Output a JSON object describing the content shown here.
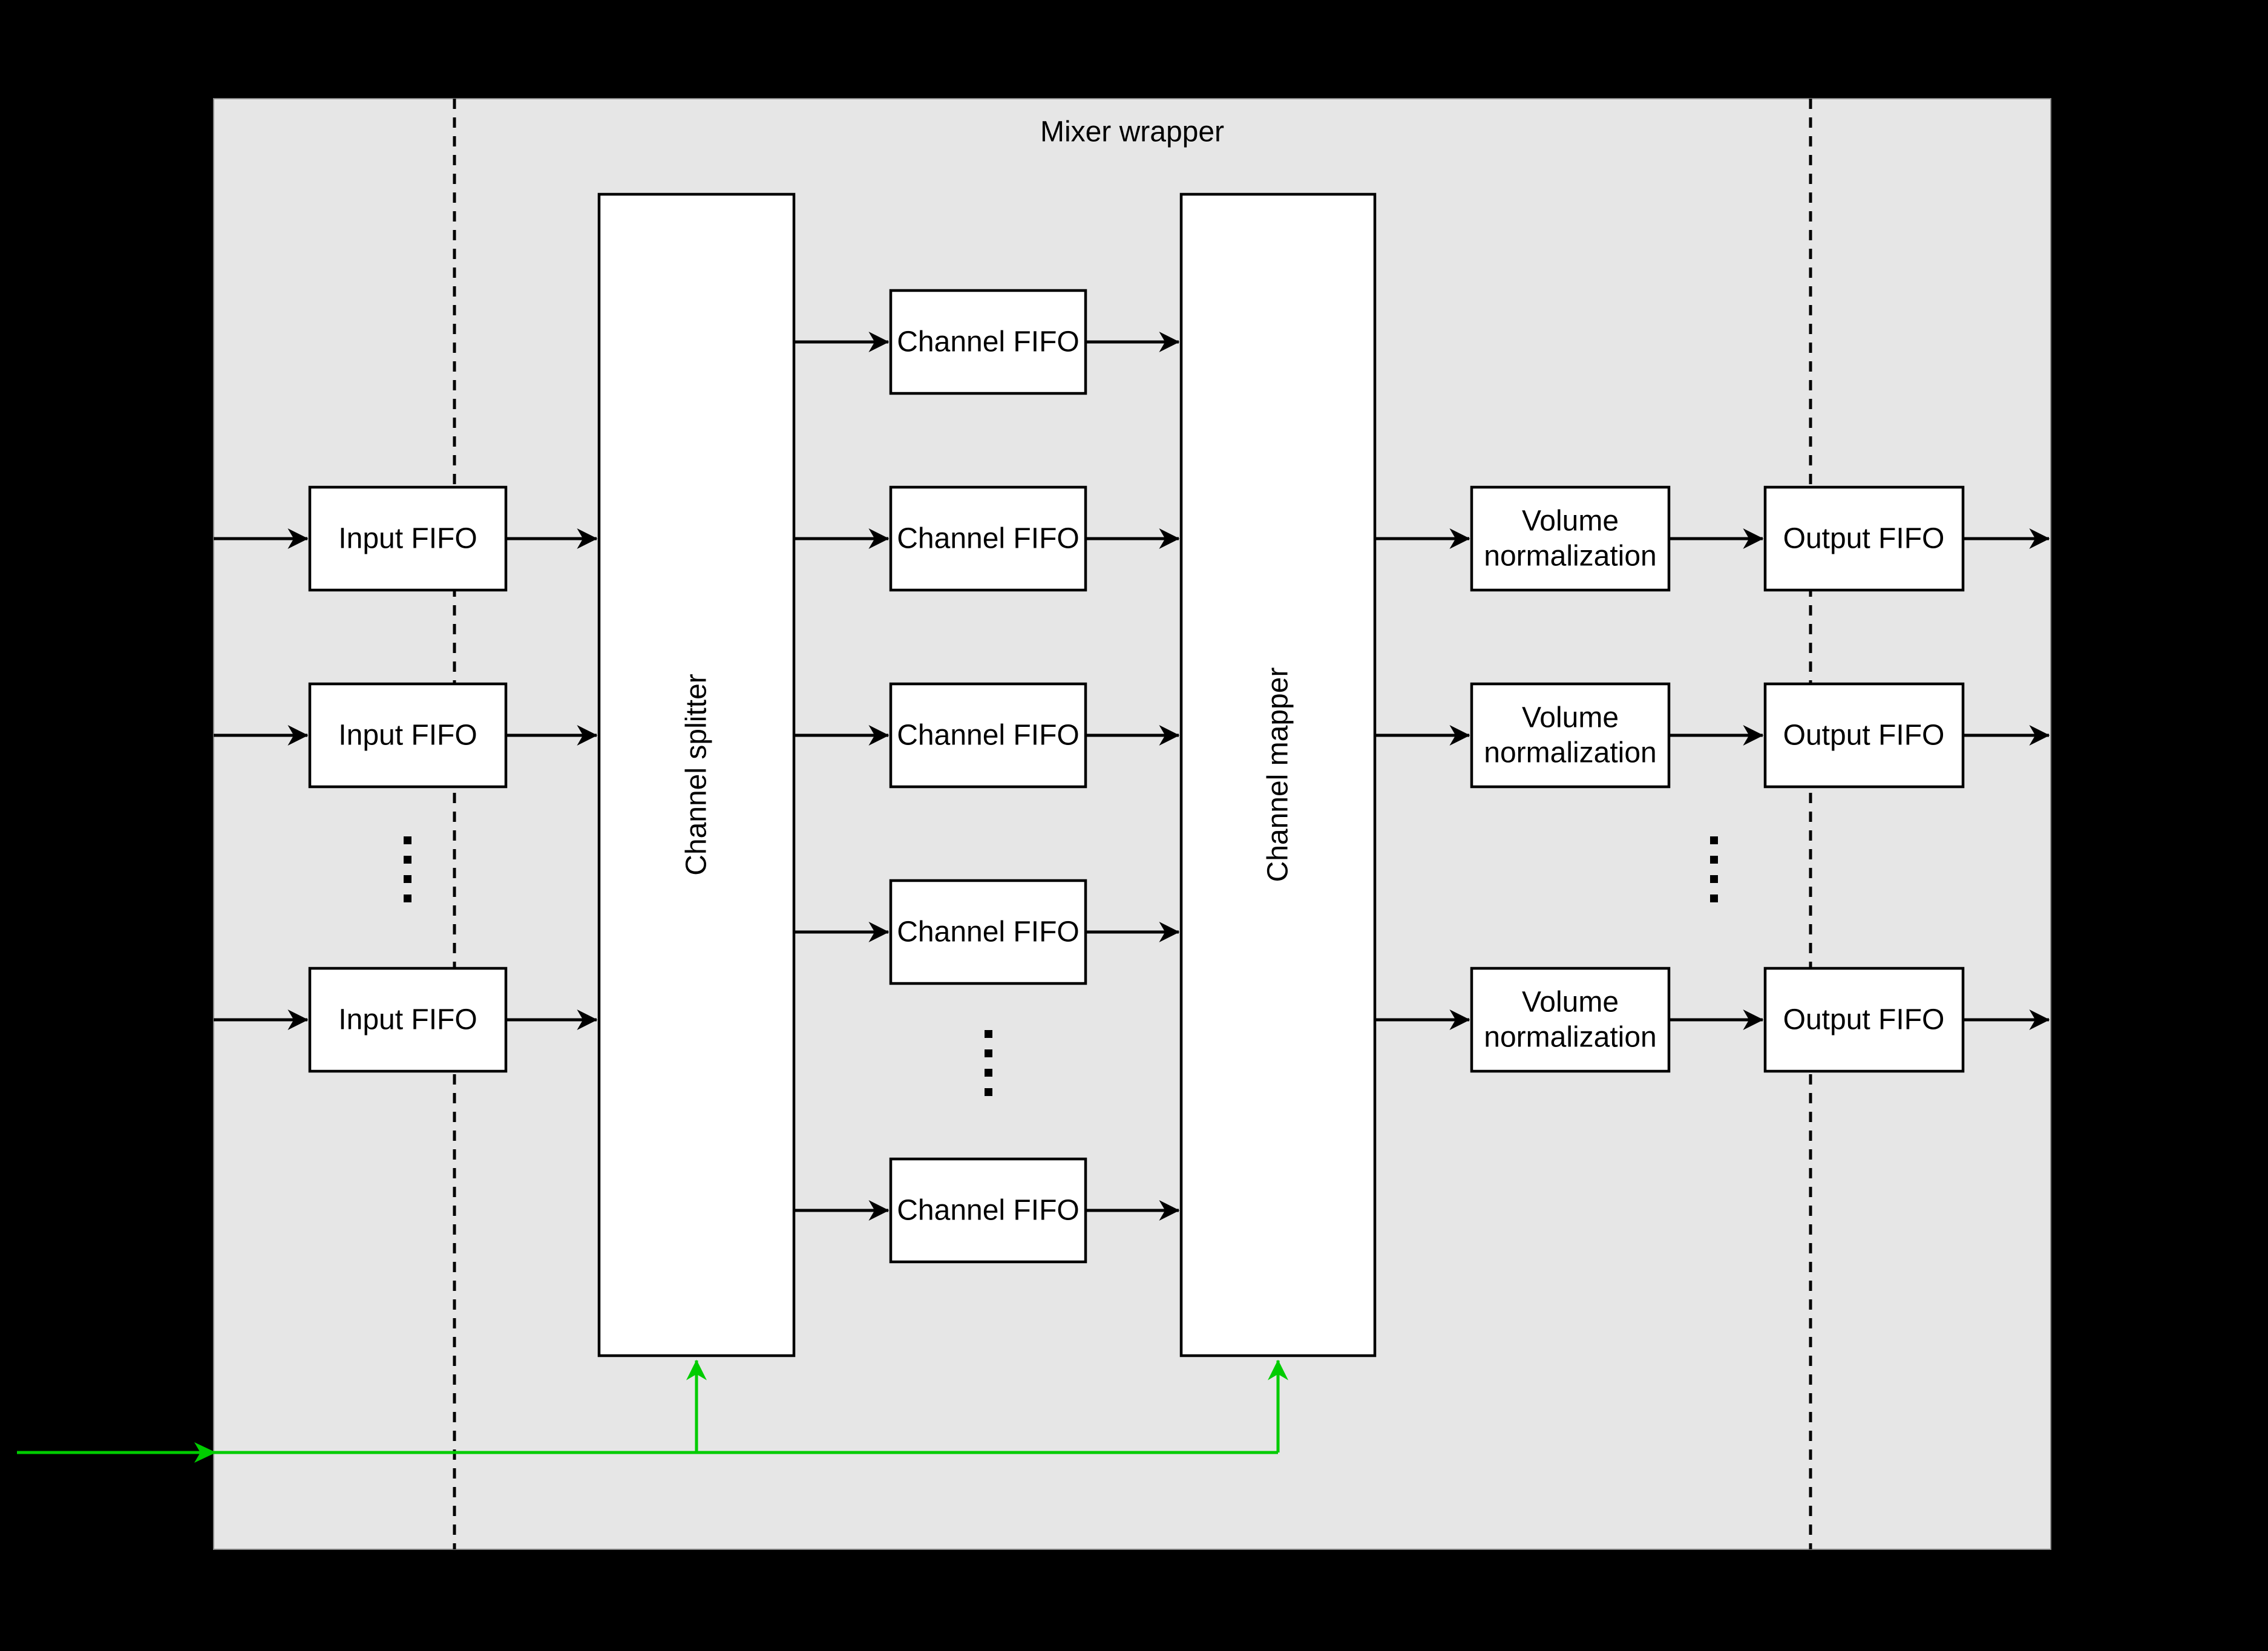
{
  "title": "Mixer wrapper",
  "colors": {
    "canvas_background": "#000000",
    "panel_fill": "#e6e6e6",
    "block_fill": "#ffffff",
    "stroke_black": "#000000",
    "control_signal_green": "#00cc00"
  },
  "blocks": {
    "input_fifo": {
      "label": "Input FIFO",
      "instances_shown": 3
    },
    "channel_splitter": {
      "label": "Channel splitter"
    },
    "channel_fifo": {
      "label": "Channel FIFO",
      "instances_shown": 5
    },
    "channel_mapper": {
      "label": "Channel mapper"
    },
    "volume_normalization": {
      "label_line1": "Volume",
      "label_line2": "normalization",
      "instances_shown": 3
    },
    "output_fifo": {
      "label": "Output FIFO",
      "instances_shown": 3
    }
  }
}
